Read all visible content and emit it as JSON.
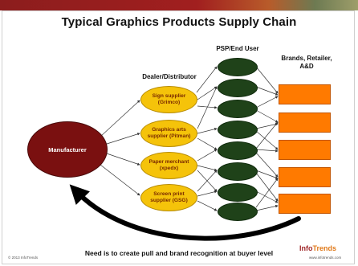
{
  "title": "Typical Graphics Products Supply Chain",
  "labels": {
    "psp": "PSP/End User",
    "dealer": "Dealer/Distributor",
    "brands": "Brands, Retailer, A&D"
  },
  "manufacturer": "Manufacturer",
  "dealers": [
    "Sign supplier (Grimco)",
    "Graphics arts supplier (Pitman)",
    "Paper merchant (xpedx)",
    "Screen print supplier (GSG)"
  ],
  "footer": "Need is to create pull and brand recognition at buyer level",
  "copyright": "© 2013 InfoTrends",
  "logo": {
    "part1": "Info",
    "part2": "Trends"
  },
  "website": "www.infotrends.com",
  "colors": {
    "manufacturer": "#7a1010",
    "dealer": "#f5c30a",
    "psp": "#1f4219",
    "brand": "#ff7a00",
    "topbar": "#a11f1f"
  }
}
